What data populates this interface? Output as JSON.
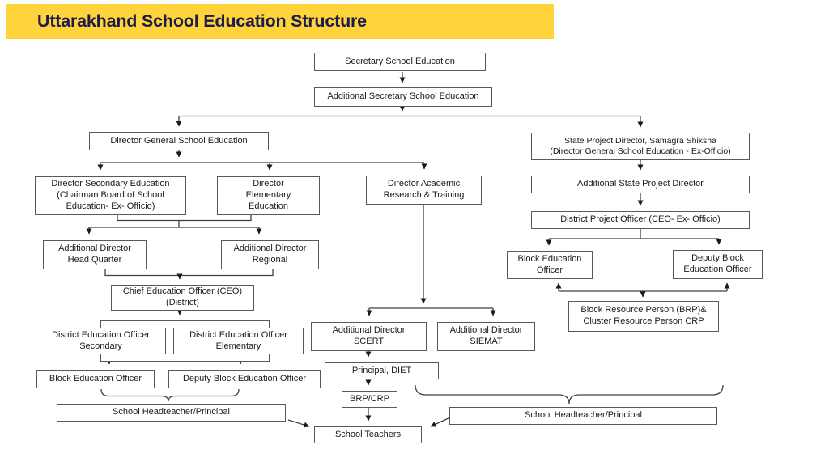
{
  "banner": {
    "title": "Uttarakhand School Education Structure",
    "bg_color": "#FFD43B",
    "text_color": "#1B1B4E"
  },
  "diagram": {
    "line_color": "#404040",
    "box_border_color": "#595959",
    "nodes": [
      {
        "id": "secretary",
        "lines": [
          "Secretary School Education"
        ]
      },
      {
        "id": "addl_secretary",
        "lines": [
          "Additional Secretary School Education"
        ]
      },
      {
        "id": "dg_school_education",
        "lines": [
          "Director General School Education"
        ]
      },
      {
        "id": "state_project_director",
        "lines": [
          "State Project Director, Samagra Shiksha",
          "(Director General School Education - Ex-Officio)"
        ]
      },
      {
        "id": "dir_secondary",
        "lines": [
          "Director Secondary Education",
          "(Chairman Board of School",
          "Education- Ex- Officio)"
        ]
      },
      {
        "id": "dir_elementary",
        "lines": [
          "Director",
          "Elementary",
          "Education"
        ]
      },
      {
        "id": "dir_academic",
        "lines": [
          "Director Academic",
          "Research & Training"
        ]
      },
      {
        "id": "addl_state_project_director",
        "lines": [
          "Additional State Project Director"
        ]
      },
      {
        "id": "district_project_officer",
        "lines": [
          "District Project Officer (CEO- Ex- Officio)"
        ]
      },
      {
        "id": "addl_dir_head_quarter",
        "lines": [
          "Additional Director",
          "Head Quarter"
        ]
      },
      {
        "id": "addl_dir_regional",
        "lines": [
          "Additional Director",
          "Regional"
        ]
      },
      {
        "id": "block_education_officer_right",
        "lines": [
          "Block Education",
          "Officer"
        ]
      },
      {
        "id": "deputy_block_education_officer_right",
        "lines": [
          "Deputy Block",
          "Education Officer"
        ]
      },
      {
        "id": "ceo_district",
        "lines": [
          "Chief Education Officer (CEO)",
          "(District)"
        ]
      },
      {
        "id": "brp_crp_right",
        "lines": [
          "Block Resource Person (BRP)&",
          "Cluster Resource Person CRP"
        ]
      },
      {
        "id": "deo_group",
        "lines": []
      },
      {
        "id": "deo_secondary",
        "lines": [
          "District Education Officer",
          "Secondary"
        ]
      },
      {
        "id": "deo_elementary",
        "lines": [
          "District Education Officer",
          "Elementary"
        ]
      },
      {
        "id": "addl_dir_scert",
        "lines": [
          "Additional Director",
          "SCERT"
        ]
      },
      {
        "id": "addl_dir_siemat",
        "lines": [
          "Additional Director",
          "SIEMAT"
        ]
      },
      {
        "id": "block_education_officer_left",
        "lines": [
          "Block Education Officer"
        ]
      },
      {
        "id": "deputy_block_education_officer_left",
        "lines": [
          "Deputy Block Education Officer"
        ]
      },
      {
        "id": "principal_diet",
        "lines": [
          "Principal, DIET"
        ]
      },
      {
        "id": "brp_crp_left",
        "lines": [
          "BRP/CRP"
        ]
      },
      {
        "id": "school_headteacher_left",
        "lines": [
          "School Headteacher/Principal"
        ]
      },
      {
        "id": "school_headteacher_right",
        "lines": [
          "School Headteacher/Principal"
        ]
      },
      {
        "id": "school_teachers",
        "lines": [
          "School Teachers"
        ]
      }
    ]
  }
}
